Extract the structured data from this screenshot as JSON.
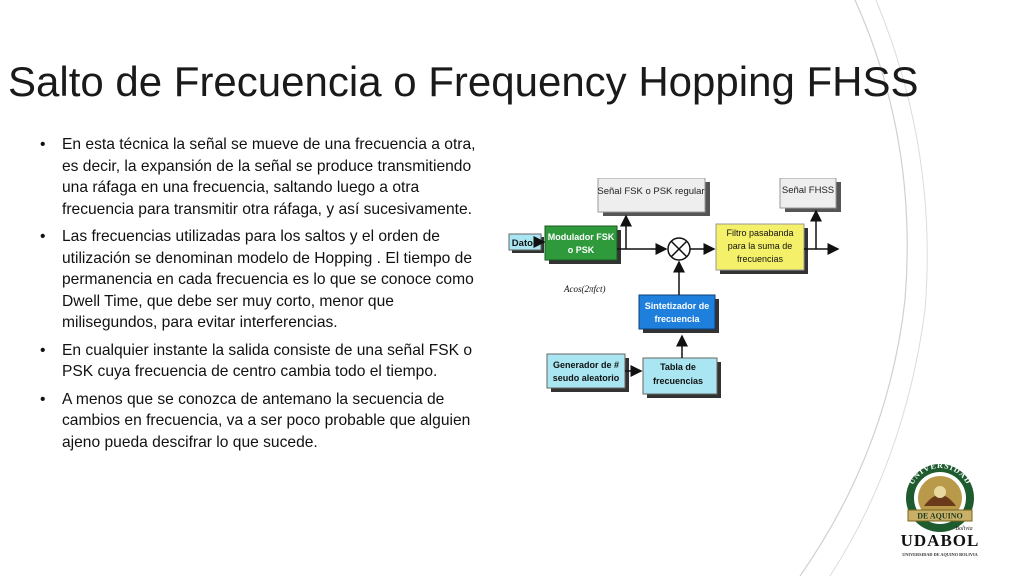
{
  "slide": {
    "title": "Salto de Frecuencia o Frequency Hopping FHSS",
    "bullets": [
      "En esta técnica la señal se mueve de una frecuencia a otra, es decir, la expansión de la señal se produce transmitiendo una ráfaga en una frecuencia, saltando luego a otra frecuencia para transmitir otra ráfaga, y así sucesivamente.",
      "Las frecuencias utilizadas para los saltos y el orden de utilización se denominan modelo de Hopping . El tiempo de permanencia en cada frecuencia es lo que se conoce como Dwell Time, que debe ser muy corto, menor que milisegundos, para evitar interferencias.",
      "En cualquier instante la salida consiste de una señal FSK o PSK cuya frecuencia de centro cambia todo el tiempo.",
      "A menos que se conozca de antemano la secuencia de cambios en frecuencia, va a ser poco probable que alguien ajeno pueda descifrar lo que sucede."
    ],
    "bullet_glyph": "•"
  },
  "diagram": {
    "label_fsk_psk": "Señal FSK o PSK regular",
    "label_fhss": "Señal FHSS",
    "datos": "Datos",
    "modulador_line1": "Modulador FSK",
    "modulador_line2": "o PSK",
    "filtro_line1": "Filtro pasabanda",
    "filtro_line2": "para la suma de",
    "filtro_line3": "frecuencias",
    "cos_label": "Acos(2πfct)",
    "sintetizador_line1": "Sintetizador de",
    "sintetizador_line2": "frecuencia",
    "generador_line1": "Generador de #",
    "generador_line2": "seudo aleatorio",
    "tabla_line1": "Tabla de",
    "tabla_line2": "frecuencias",
    "colors": {
      "modulador": "#2e9a3c",
      "filtro": "#f5f06a",
      "sintetizador": "#1f7fdc",
      "generador": "#a9e6f2",
      "tabla": "#a9e6f2",
      "datos": "#a9e6f2",
      "label": "#eeeeee"
    }
  },
  "logo": {
    "arc_text": "UNIVERSIDAD",
    "ribbon_text": "DE AQUINO",
    "region": "Bolivia",
    "name": "UDABOL",
    "subtitle": "UNIVERSIDAD DE AQUINO BOLIVIA"
  }
}
